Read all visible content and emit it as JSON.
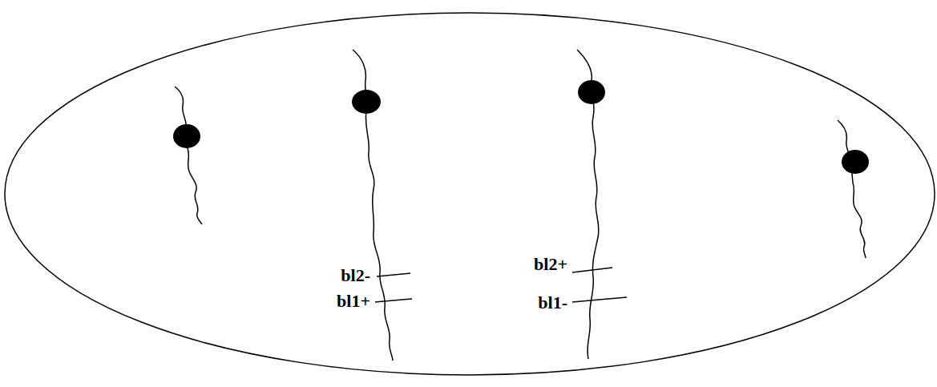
{
  "diagram": {
    "labels": [
      "bl2-",
      "bl1+",
      "bl2+",
      "bl1-"
    ]
  }
}
